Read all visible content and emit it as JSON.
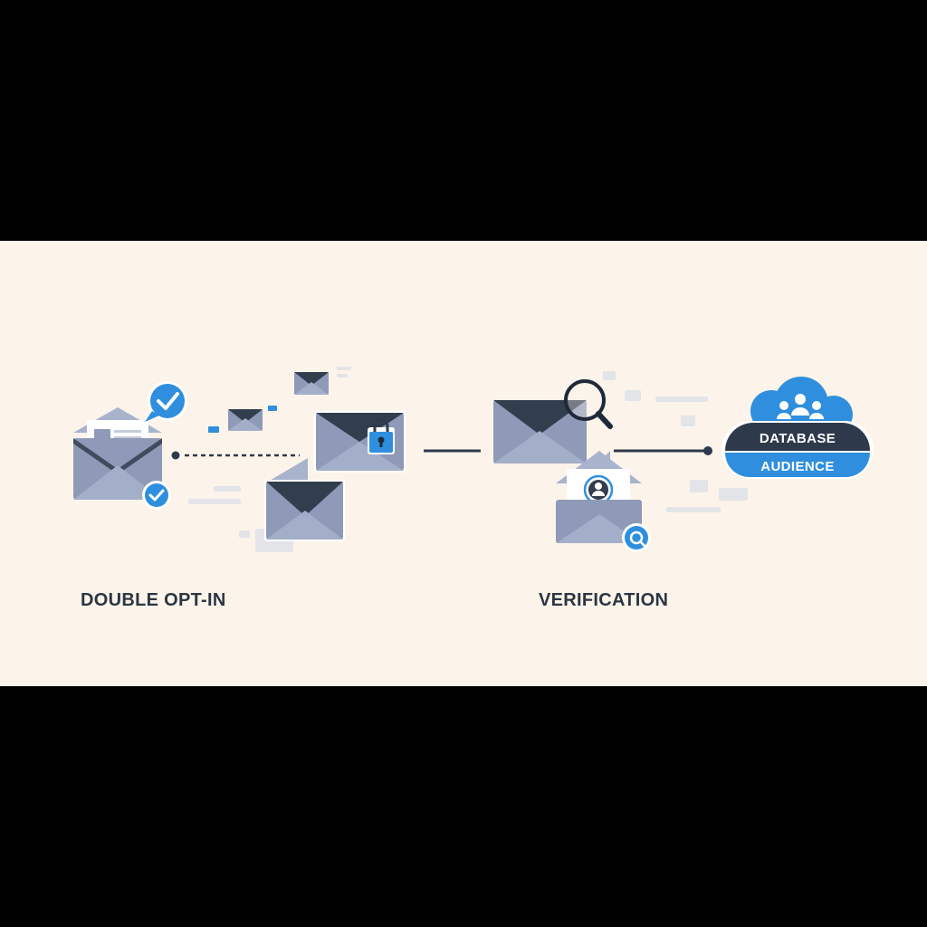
{
  "colors": {
    "background": "#fcf4ea",
    "letterbox": "#000000",
    "envelope_body": "#8e9ab8",
    "envelope_flap": "#323d4e",
    "envelope_light": "#a8b3cc",
    "accent_blue": "#2f8fde",
    "dark_navy": "#2e3a4b",
    "decor_gray": "#e3e4e8",
    "text": "#2c3643"
  },
  "icons": {
    "double_opt_in_envelope": "open-envelope-letter-icon",
    "confirm_bubble": "checkmark-speech-bubble-icon",
    "confirm_badge": "checkmark-badge-icon",
    "locked_email": "locked-envelope-icon",
    "reply_email": "envelope-icon",
    "search_email": "envelope-magnifier-icon",
    "user_email": "user-envelope-icon",
    "verify_badge": "target-check-badge-icon",
    "audience_cloud": "people-cloud-icon"
  },
  "stages": {
    "double_opt_in": "DOUBLE OPT-IN",
    "verification": "VERIFICATION"
  },
  "database": {
    "title": "DATABASE",
    "subtitle": "AUDIENCE"
  }
}
